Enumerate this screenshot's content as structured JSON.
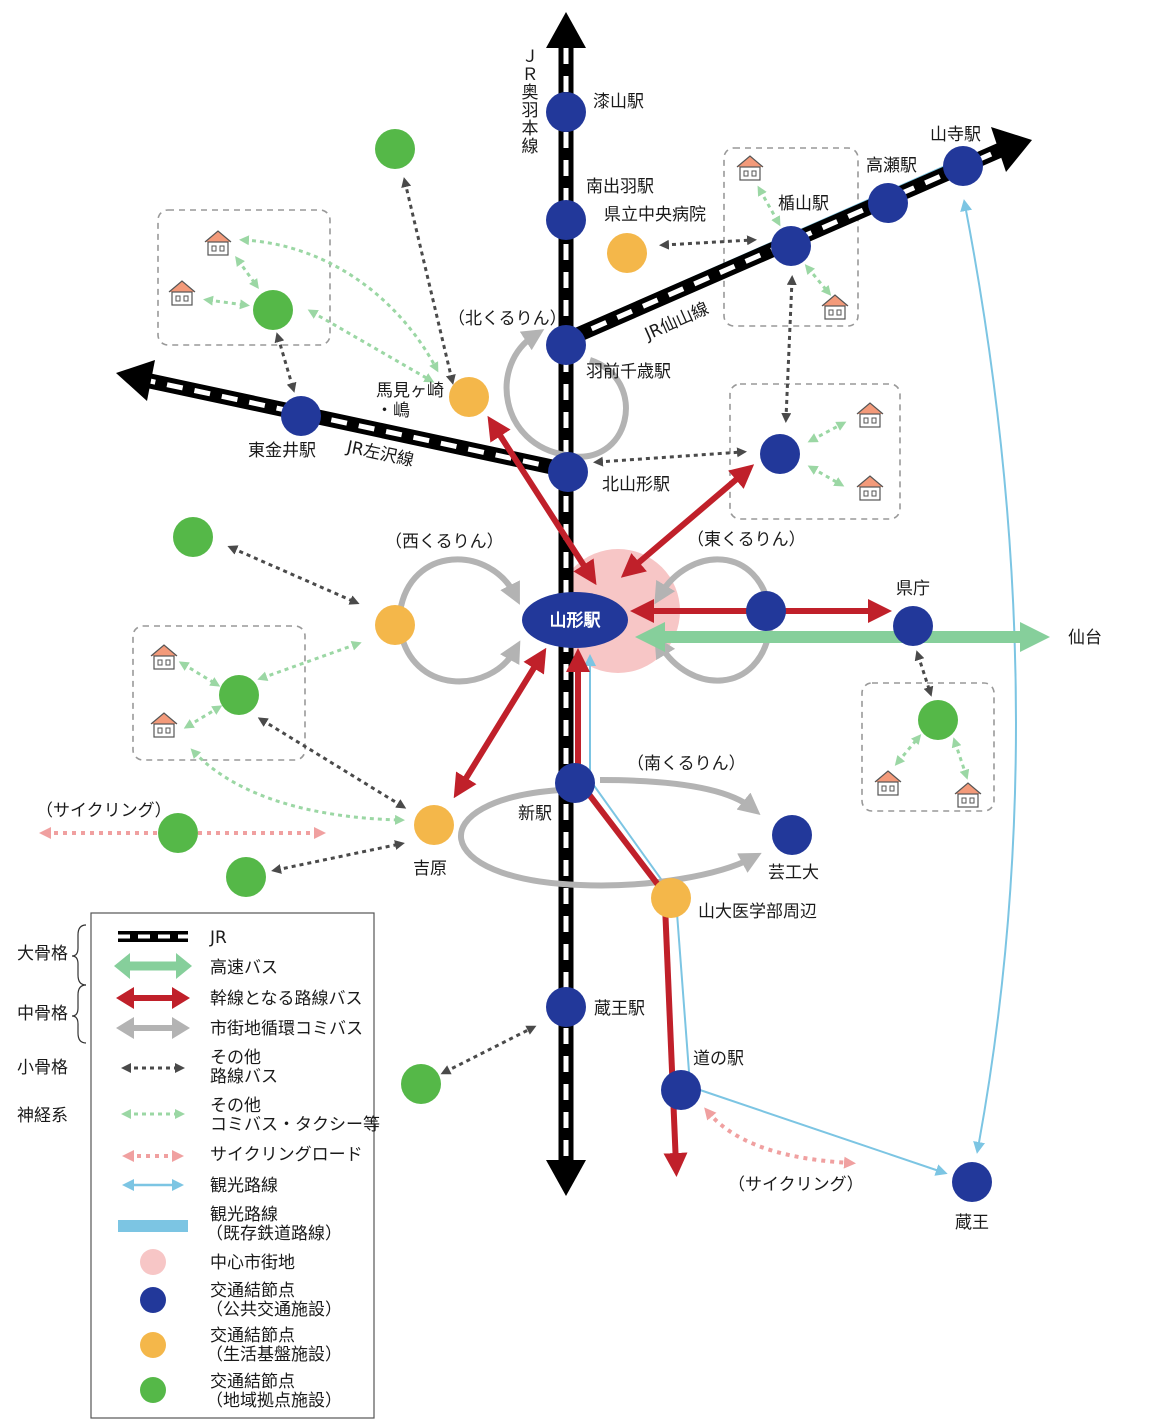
{
  "colors": {
    "public_node": "#22389a",
    "life_node": "#f4b74a",
    "local_node": "#55b848",
    "trunk_bus": "#c0202a",
    "expressway_bus": "#86cf9b",
    "loop_bus": "#b3b3b3",
    "other_bus": "#4a4a4a",
    "community_bus": "#9bd7a4",
    "cycling": "#f0a0a0",
    "sightseeing": "#7cc5e3",
    "center": "#f7c6c6"
  },
  "stations": {
    "urushiyama": "漆山駅",
    "minamidewa": "南出羽駅",
    "hospital": "県立中央病院",
    "yamadera": "山寺駅",
    "takase": "高瀬駅",
    "tateyama": "楯山駅",
    "ushiromi": "馬見ヶ崎",
    "ushiromi2": "・嶋",
    "uzenchitose": "羽前千歳駅",
    "higashikanai": "東金井駅",
    "kitayamagata": "北山形駅",
    "yamagata": "山形駅",
    "kencho": "県庁",
    "sendai": "仙台",
    "shineki": "新駅",
    "geikodai": "芸工大",
    "yoshihara": "吉原",
    "igakubu": "山大医学部周辺",
    "zaoeki": "蔵王駅",
    "michinoeki": "道の駅",
    "zao": "蔵王"
  },
  "lines": {
    "ou": [
      "Ｊ",
      "Ｒ",
      "奥",
      "羽",
      "本",
      "線"
    ],
    "senzan": "JR仙山線",
    "sasazawa": "JR左沢線"
  },
  "loops": {
    "north": "（北くるりん）",
    "west": "（西くるりん）",
    "east": "（東くるりん）",
    "south": "（南くるりん）"
  },
  "cycling_labels": {
    "west": "（サイクリング）",
    "south": "（サイクリング）"
  },
  "legend": {
    "categories": {
      "major": "大骨格",
      "middle": "中骨格",
      "minor": "小骨格",
      "nerve": "神経系"
    },
    "items": {
      "jr": "JR",
      "expressway": "高速バス",
      "trunk": "幹線となる路線バス",
      "loop": "市街地循環コミバス",
      "other1": "その他",
      "other2": "路線バス",
      "community1": "その他",
      "community2": "コミバス・タクシー等",
      "cycling": "サイクリングロード",
      "sightseeing": "観光路線",
      "sightseeing_rail1": "観光路線",
      "sightseeing_rail2": "（既存鉄道路線）",
      "center": "中心市街地",
      "public1": "交通結節点",
      "public2": "（公共交通施設）",
      "life1": "交通結節点",
      "life2": "（生活基盤施設）",
      "local1": "交通結節点",
      "local2": "（地域拠点施設）"
    }
  }
}
